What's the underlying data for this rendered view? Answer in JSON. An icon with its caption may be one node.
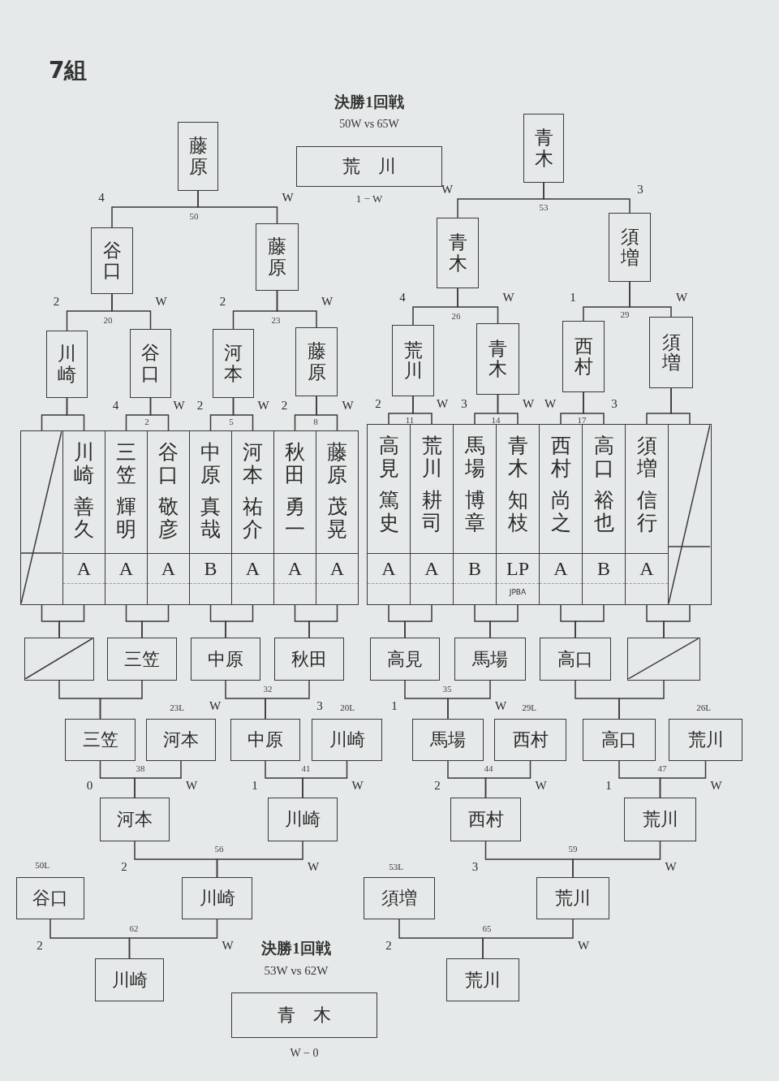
{
  "diagram": {
    "title": "7組",
    "nodes": [
      {
        "text": [
          "藤原"
        ]
      },
      {
        "text": [
          "荒　川"
        ],
        "beside": [
          "決勝1回戦",
          "50W vs 65W",
          "1 − W"
        ]
      },
      {
        "text": [
          "青木"
        ]
      },
      {
        "text": [
          "谷口"
        ]
      },
      {
        "text": [
          "藤原"
        ]
      },
      {
        "text": [
          "青木"
        ]
      },
      {
        "text": [
          "須増"
        ]
      },
      {
        "text": [
          "川崎"
        ]
      },
      {
        "text": [
          "谷口"
        ]
      },
      {
        "text": [
          "河本"
        ]
      },
      {
        "text": [
          "藤原"
        ]
      },
      {
        "text": [
          "荒川"
        ]
      },
      {
        "text": [
          "青木"
        ]
      },
      {
        "text": [
          "西村"
        ]
      },
      {
        "text": [
          "須増"
        ]
      },
      {
        "text": [],
        "shape": "box"
      },
      {
        "text": [
          "川崎",
          "善久",
          "A"
        ]
      },
      {
        "text": [
          "三笠",
          "輝明",
          "A"
        ]
      },
      {
        "text": [
          "谷口",
          "敬彦",
          "A"
        ]
      },
      {
        "text": [
          "中原",
          "真哉",
          "B"
        ]
      },
      {
        "text": [
          "河本",
          "祐介",
          "A"
        ]
      },
      {
        "text": [
          "秋田",
          "勇一",
          "A"
        ]
      },
      {
        "text": [
          "藤原",
          "茂晃",
          "A"
        ]
      },
      {
        "text": [
          "高見",
          "篤史",
          "A"
        ]
      },
      {
        "text": [
          "荒川",
          "耕司",
          "A"
        ]
      },
      {
        "text": [
          "馬場",
          "博章",
          "B"
        ]
      },
      {
        "text": [
          "青木",
          "知枝",
          "LP",
          "JPBA"
        ]
      },
      {
        "text": [
          "西村",
          "尚之",
          "A"
        ]
      },
      {
        "text": [
          "高口",
          "裕也",
          "B"
        ]
      },
      {
        "text": [
          "須増",
          "信行",
          "A"
        ]
      },
      {
        "text": [],
        "shape": "box"
      },
      {
        "text": [],
        "shape": "box"
      },
      {
        "text": [
          "三笠"
        ]
      },
      {
        "text": [
          "中原"
        ]
      },
      {
        "text": [
          "秋田"
        ]
      },
      {
        "text": [
          "高見"
        ]
      },
      {
        "text": [
          "馬場"
        ]
      },
      {
        "text": [
          "高口"
        ]
      },
      {
        "text": [],
        "shape": "box"
      },
      {
        "text": [
          "三笠"
        ]
      },
      {
        "text": [
          "河本"
        ],
        "beside": [
          "23L"
        ]
      },
      {
        "text": [
          "中原"
        ]
      },
      {
        "text": [
          "川崎"
        ],
        "beside": [
          "20L"
        ]
      },
      {
        "text": [
          "馬場"
        ]
      },
      {
        "text": [
          "西村"
        ],
        "beside": [
          "29L"
        ]
      },
      {
        "text": [
          "高口"
        ]
      },
      {
        "text": [
          "荒川"
        ],
        "beside": [
          "26L"
        ]
      },
      {
        "text": [
          "河本"
        ]
      },
      {
        "text": [
          "川崎"
        ]
      },
      {
        "text": [
          "西村"
        ]
      },
      {
        "text": [
          "荒川"
        ]
      },
      {
        "text": [
          "谷口"
        ],
        "beside": [
          "50L"
        ]
      },
      {
        "text": [
          "川崎"
        ]
      },
      {
        "text": [
          "須増"
        ],
        "beside": [
          "53L"
        ]
      },
      {
        "text": [
          "荒川"
        ]
      },
      {
        "text": [
          "川崎"
        ]
      },
      {
        "text": [
          "荒川"
        ]
      },
      {
        "text": [
          "青　木"
        ],
        "beside": [
          "決勝1回戦",
          "53W vs 62W",
          "W − 0"
        ]
      }
    ],
    "edges": [
      {
        "from": 3,
        "to": 0,
        "arrow": "none",
        "label": "4"
      },
      {
        "from": 4,
        "to": 0,
        "arrow": "none",
        "label": "W"
      },
      {
        "from": 5,
        "to": 2,
        "arrow": "none",
        "label": "W"
      },
      {
        "from": 6,
        "to": 2,
        "arrow": "none",
        "label": "3"
      },
      {
        "from": 7,
        "to": 3,
        "arrow": "none",
        "label": "2"
      },
      {
        "from": 8,
        "to": 3,
        "arrow": "none",
        "label": "W"
      },
      {
        "from": 9,
        "to": 4,
        "arrow": "none",
        "label": "2"
      },
      {
        "from": 10,
        "to": 4,
        "arrow": "none",
        "label": "W"
      },
      {
        "from": 11,
        "to": 5,
        "arrow": "none",
        "label": "4"
      },
      {
        "from": 12,
        "to": 5,
        "arrow": "none",
        "label": "W"
      },
      {
        "from": 13,
        "to": 6,
        "arrow": "none",
        "label": "1"
      },
      {
        "from": 14,
        "to": 6,
        "arrow": "none",
        "label": "W"
      },
      {
        "from": 15,
        "to": 7,
        "arrow": "none"
      },
      {
        "from": 16,
        "to": 7,
        "arrow": "none"
      },
      {
        "from": 17,
        "to": 8,
        "arrow": "none",
        "label": "4"
      },
      {
        "from": 18,
        "to": 8,
        "arrow": "none",
        "label": "W"
      },
      {
        "from": 19,
        "to": 9,
        "arrow": "none",
        "label": "2"
      },
      {
        "from": 20,
        "to": 9,
        "arrow": "none",
        "label": "W"
      },
      {
        "from": 21,
        "to": 10,
        "arrow": "none",
        "label": "2"
      },
      {
        "from": 22,
        "to": 10,
        "arrow": "none",
        "label": "W"
      },
      {
        "from": 23,
        "to": 11,
        "arrow": "none",
        "label": "2"
      },
      {
        "from": 24,
        "to": 11,
        "arrow": "none",
        "label": "W"
      },
      {
        "from": 25,
        "to": 12,
        "arrow": "none",
        "label": "3"
      },
      {
        "from": 26,
        "to": 12,
        "arrow": "none",
        "label": "W"
      },
      {
        "from": 27,
        "to": 13,
        "arrow": "none",
        "label": "W"
      },
      {
        "from": 28,
        "to": 13,
        "arrow": "none",
        "label": "3"
      },
      {
        "from": 29,
        "to": 14,
        "arrow": "none"
      },
      {
        "from": 30,
        "to": 14,
        "arrow": "none"
      },
      {
        "from": 15,
        "to": 31,
        "arrow": "none"
      },
      {
        "from": 16,
        "to": 31,
        "arrow": "none"
      },
      {
        "from": 17,
        "to": 32,
        "arrow": "none"
      },
      {
        "from": 18,
        "to": 32,
        "arrow": "none"
      },
      {
        "from": 19,
        "to": 33,
        "arrow": "none"
      },
      {
        "from": 20,
        "to": 33,
        "arrow": "none"
      },
      {
        "from": 21,
        "to": 34,
        "arrow": "none"
      },
      {
        "from": 22,
        "to": 34,
        "arrow": "none"
      },
      {
        "from": 23,
        "to": 35,
        "arrow": "none"
      },
      {
        "from": 24,
        "to": 35,
        "arrow": "none"
      },
      {
        "from": 25,
        "to": 36,
        "arrow": "none"
      },
      {
        "from": 26,
        "to": 36,
        "arrow": "none"
      },
      {
        "from": 27,
        "to": 37,
        "arrow": "none"
      },
      {
        "from": 28,
        "to": 37,
        "arrow": "none"
      },
      {
        "from": 29,
        "to": 38,
        "arrow": "none"
      },
      {
        "from": 30,
        "to": 38,
        "arrow": "none"
      },
      {
        "from": 31,
        "to": 39,
        "arrow": "none"
      },
      {
        "from": 32,
        "to": 39,
        "arrow": "none"
      },
      {
        "from": 33,
        "to": 41,
        "arrow": "none",
        "label": "W"
      },
      {
        "from": 34,
        "to": 41,
        "arrow": "none",
        "label": "3"
      },
      {
        "from": 35,
        "to": 43,
        "arrow": "none",
        "label": "1"
      },
      {
        "from": 36,
        "to": 43,
        "arrow": "none",
        "label": "W"
      },
      {
        "from": 37,
        "to": 45,
        "arrow": "none"
      },
      {
        "from": 38,
        "to": 45,
        "arrow": "none"
      },
      {
        "from": 39,
        "to": 47,
        "arrow": "none",
        "label": "0"
      },
      {
        "from": 40,
        "to": 47,
        "arrow": "none",
        "label": "W"
      },
      {
        "from": 41,
        "to": 48,
        "arrow": "none",
        "label": "1"
      },
      {
        "from": 42,
        "to": 48,
        "arrow": "none",
        "label": "W"
      },
      {
        "from": 43,
        "to": 49,
        "arrow": "none",
        "label": "2"
      },
      {
        "from": 44,
        "to": 49,
        "arrow": "none",
        "label": "W"
      },
      {
        "from": 45,
        "to": 50,
        "arrow": "none",
        "label": "1"
      },
      {
        "from": 46,
        "to": 50,
        "arrow": "none",
        "label": "W"
      },
      {
        "from": 47,
        "to": 52,
        "arrow": "none",
        "label": "2"
      },
      {
        "from": 48,
        "to": 52,
        "arrow": "none",
        "label": "W"
      },
      {
        "from": 49,
        "to": 54,
        "arrow": "none",
        "label": "3"
      },
      {
        "from": 50,
        "to": 54,
        "arrow": "none",
        "label": "W"
      },
      {
        "from": 51,
        "to": 55,
        "arrow": "none",
        "label": "2"
      },
      {
        "from": 52,
        "to": 55,
        "arrow": "none",
        "label": "W"
      },
      {
        "from": 53,
        "to": 56,
        "arrow": "none",
        "label": "2"
      },
      {
        "from": 54,
        "to": 56,
        "arrow": "none",
        "label": "W"
      }
    ],
    "labels": [
      "50",
      "53",
      "20",
      "23",
      "26",
      "29",
      "2",
      "5",
      "8",
      "11",
      "14",
      "17",
      "32",
      "35",
      "38",
      "41",
      "44",
      "47",
      "56",
      "59",
      "62",
      "65"
    ]
  }
}
